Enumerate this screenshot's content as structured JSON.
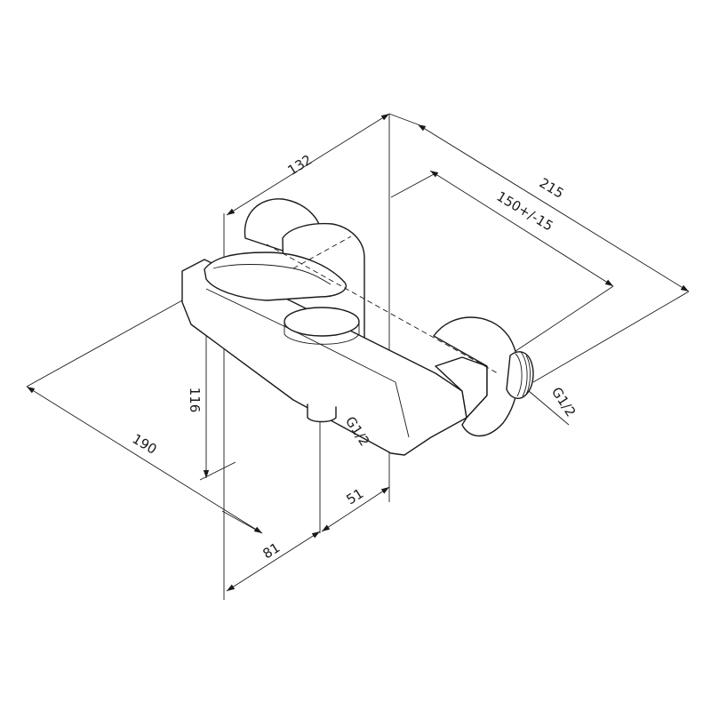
{
  "dimensions": {
    "top_width": "132",
    "total_depth": "215",
    "centers": "150+/-15",
    "length": "190",
    "height": "116",
    "left_offset": "81",
    "right_offset": "51"
  },
  "threads": {
    "outlet": "G1/2",
    "inlet": "G1/2"
  }
}
